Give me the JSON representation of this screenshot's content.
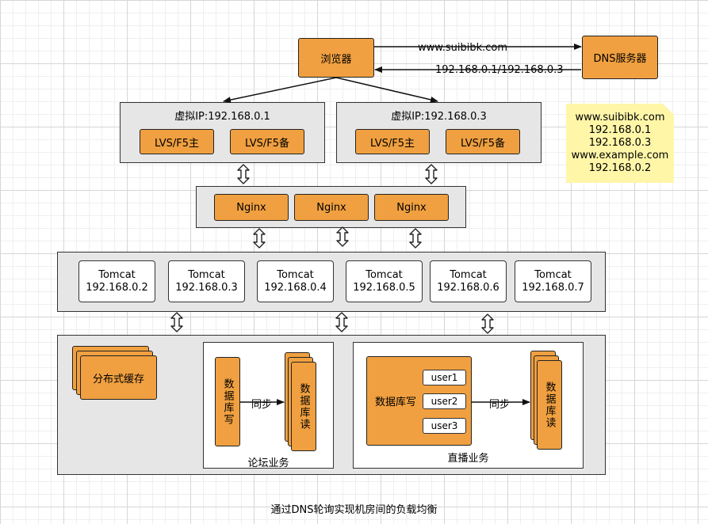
{
  "browser": "浏览器",
  "dns_server": "DNS服务器",
  "request_domain": "www.suibibk.com",
  "dns_response": "192.168.0.1/192.168.0.3",
  "dns_note": {
    "lines": [
      "www.suibibk.com",
      "192.168.0.1",
      "192.168.0.3",
      "www.example.com",
      "192.168.0.2"
    ]
  },
  "vip_groups": [
    {
      "title": "虚拟IP:192.168.0.1",
      "master": "LVS/F5主",
      "backup": "LVS/F5备"
    },
    {
      "title": "虚拟IP:192.168.0.3",
      "master": "LVS/F5主",
      "backup": "LVS/F5备"
    }
  ],
  "nginx": [
    "Nginx",
    "Nginx",
    "Nginx"
  ],
  "tomcats": [
    {
      "name": "Tomcat",
      "ip": "192.168.0.2"
    },
    {
      "name": "Tomcat",
      "ip": "192.168.0.3"
    },
    {
      "name": "Tomcat",
      "ip": "192.168.0.4"
    },
    {
      "name": "Tomcat",
      "ip": "192.168.0.5"
    },
    {
      "name": "Tomcat",
      "ip": "192.168.0.6"
    },
    {
      "name": "Tomcat",
      "ip": "192.168.0.7"
    }
  ],
  "cache": "分布式缓存",
  "forum": {
    "db_write": "数据库写",
    "sync": "同步",
    "db_read": "数据库读",
    "label": "论坛业务"
  },
  "live": {
    "db_write": "数据库写",
    "users": [
      "user1",
      "user2",
      "user3"
    ],
    "sync": "同步",
    "db_read": "数据库读",
    "label": "直播业务"
  },
  "caption": "通过DNS轮询实现机房间的负载均衡",
  "colors": {
    "node": "#f0a040",
    "panel": "#e6e6e6",
    "note": "#fff6a8"
  }
}
